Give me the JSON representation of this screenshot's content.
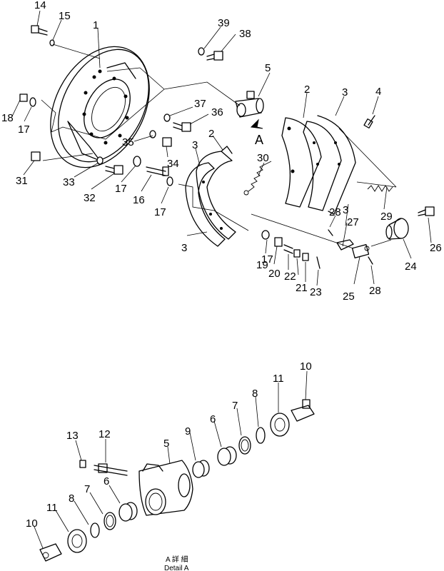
{
  "labels": {
    "l14": "14",
    "l15": "15",
    "l1": "1",
    "l39": "39",
    "l38": "38",
    "l5": "5",
    "l2a": "2",
    "l3a": "3",
    "l4": "4",
    "l37": "37",
    "l36": "36",
    "l18": "18",
    "l17a": "17",
    "l2b": "2",
    "l3b": "3",
    "l35": "35",
    "l34": "34",
    "l30": "30",
    "l31": "31",
    "l33": "33",
    "l32": "32",
    "l17b": "17",
    "l16": "16",
    "l17c": "17",
    "l28a": "28",
    "l3c": "3",
    "l29": "29",
    "l27": "27",
    "l26": "26",
    "l3d": "3",
    "l17d": "17",
    "l19": "19",
    "l20": "20",
    "l22": "22",
    "l21": "21",
    "l23": "23",
    "l24": "24",
    "l25": "25",
    "l28b": "28",
    "d10a": "10",
    "d11a": "11",
    "d8a": "8",
    "d7a": "7",
    "d6a": "6",
    "d9": "9",
    "d13": "13",
    "d12": "12",
    "d5": "5",
    "d6b": "6",
    "d7b": "7",
    "d8b": "8",
    "d11b": "11",
    "d10b": "10"
  },
  "arrow_label": "A",
  "caption": {
    "line1": "A 詳 細",
    "line2": "Detail A"
  }
}
